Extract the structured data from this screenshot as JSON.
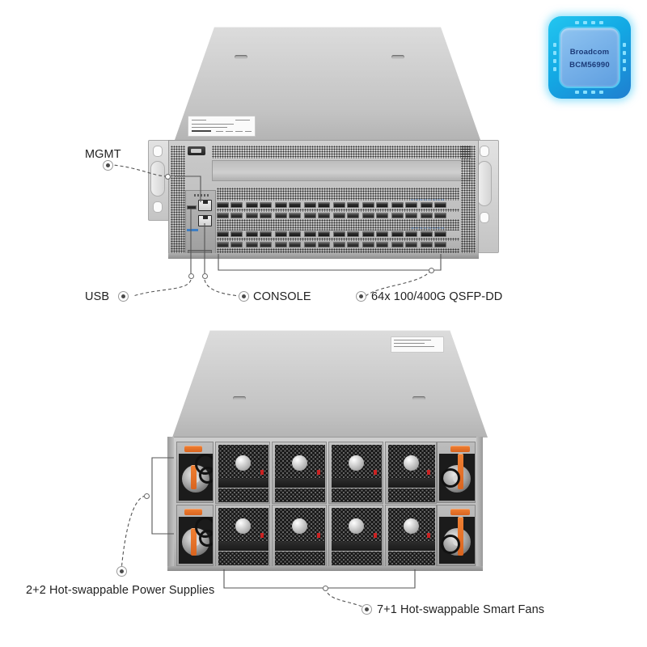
{
  "page": {
    "background_color": "#ffffff",
    "accent_color": "#1b3a78",
    "line_color": "#555555"
  },
  "chip_badge": {
    "name": "broadcom-chip-badge",
    "line1": "Broadcom",
    "line2": "BCM56990",
    "body_color": "#13a9e4",
    "glow_color": "#3cc8f5",
    "text_color": "#1b3a78"
  },
  "front_view": {
    "name": "switch-front-view",
    "callouts": [
      {
        "id": "mgmt",
        "label": "MGMT"
      },
      {
        "id": "usb",
        "label": "USB"
      },
      {
        "id": "console",
        "label": "CONSOLE"
      },
      {
        "id": "qsfpdd",
        "label": "64x 100/400G QSFP-DD"
      }
    ],
    "port_count": 64,
    "port_rows": 4,
    "port_groups_per_row": 8,
    "ports_per_group": 2
  },
  "rear_view": {
    "name": "switch-rear-view",
    "callouts": [
      {
        "id": "psu",
        "label": "2+2 Hot-swappable Power Supplies"
      },
      {
        "id": "fans",
        "label": "7+1 Hot-swappable Smart Fans"
      }
    ],
    "fan_modules": 8,
    "fan_rows": 2,
    "fan_columns": 4,
    "psu_modules": 4,
    "psu_handle_color": "#e5721f"
  }
}
